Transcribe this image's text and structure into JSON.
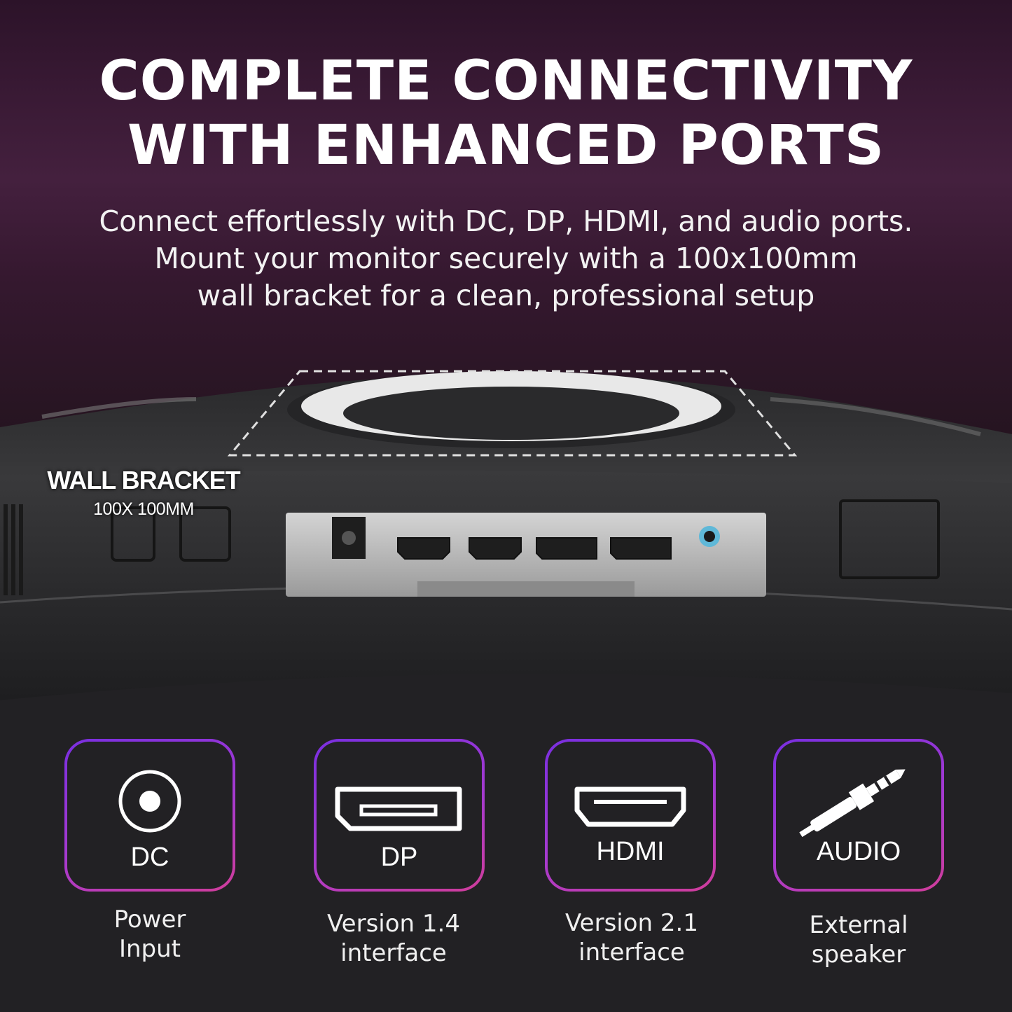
{
  "headline": {
    "line1": "COMPLETE CONNECTIVITY",
    "line2": "WITH ENHANCED PORTS"
  },
  "subtext": {
    "line1": "Connect effortlessly with DC, DP, HDMI, and audio ports.",
    "line2": "Mount your monitor securely with a 100x100mm",
    "line3": "wall bracket for a clean, professional setup"
  },
  "bracket": {
    "title": "WALL BRACKET",
    "size": "100X 100MM"
  },
  "ports": [
    {
      "label": "DC",
      "icon": "power-jack-icon",
      "desc1": "Power",
      "desc2": "Input"
    },
    {
      "label": "DP",
      "icon": "displayport-icon",
      "desc1": "Version 1.4",
      "desc2": "interface"
    },
    {
      "label": "HDMI",
      "icon": "hdmi-icon",
      "desc1": "Version 2.1",
      "desc2": "interface"
    },
    {
      "label": "AUDIO",
      "icon": "audio-jack-icon",
      "desc1": "External",
      "desc2": "speaker"
    }
  ],
  "colors": {
    "accent_start": "#7a2fe0",
    "accent_end": "#d03d9a",
    "background": "#222124",
    "port_jack_accent": "#5fb8d8"
  }
}
